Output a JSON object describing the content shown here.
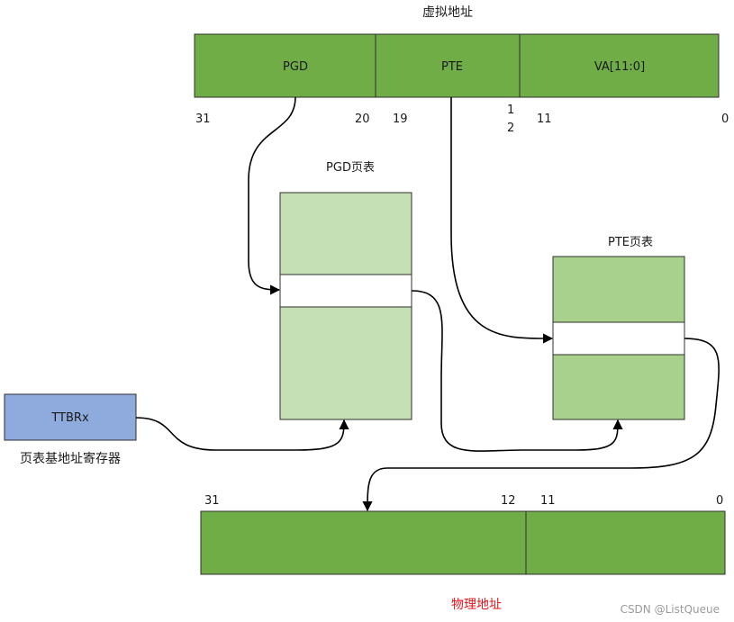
{
  "va": {
    "title": "虚拟地址",
    "pgd": "PGD",
    "pte": "PTE",
    "offset": "VA[11:0]",
    "bits": {
      "b31": "31",
      "b20": "20",
      "b19": "19",
      "b12a": "1",
      "b12b": "2",
      "b11": "11",
      "b0": "0"
    }
  },
  "pgd_table": {
    "title": "PGD页表"
  },
  "pte_table": {
    "title": "PTE页表"
  },
  "ttbr": {
    "label": "TTBRx",
    "caption": "页表基地址寄存器"
  },
  "pa": {
    "title": "物理地址",
    "bits": {
      "b31": "31",
      "b12": "12",
      "b11": "11",
      "b0": "0"
    }
  },
  "watermark": "CSDN @ListQueue",
  "colors": {
    "dark_green": "#70ad47",
    "light_green": "#c5e0b4",
    "mid_green": "#a9d18e",
    "blue": "#8faadc",
    "red": "#e8141a"
  }
}
